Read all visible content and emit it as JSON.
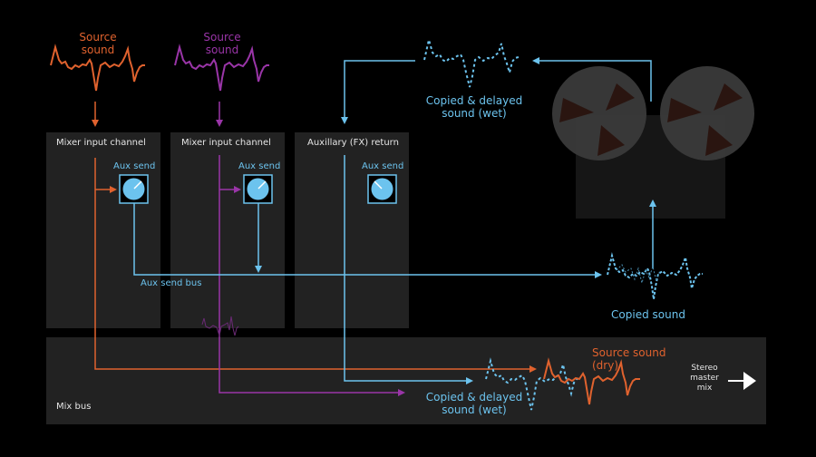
{
  "colors": {
    "orange": "#e0622e",
    "purple": "#9a35a8",
    "blue": "#6cc3ee",
    "panel": "#222222",
    "white": "#ffffff"
  },
  "sources": [
    {
      "label_line1": "Source",
      "label_line2": "sound",
      "color": "orange"
    },
    {
      "label_line1": "Source",
      "label_line2": "sound",
      "color": "purple"
    }
  ],
  "channels": [
    {
      "title": "Mixer input channel",
      "aux_label": "Aux send"
    },
    {
      "title": "Mixer input channel",
      "aux_label": "Aux send"
    },
    {
      "title": "Auxillary (FX) return",
      "aux_label": "Aux send"
    }
  ],
  "aux_send_bus_label": "Aux send bus",
  "mix_bus_label": "Mix bus",
  "fx_unit": {
    "wet_label_line1": "Copied & delayed",
    "wet_label_line2": "sound (wet)",
    "copied_label": "Copied sound"
  },
  "mix_output": {
    "dry_label_line1": "Source sound",
    "dry_label_line2": "(dry)",
    "wet_label_line1": "Copied & delayed",
    "wet_label_line2": "sound (wet)",
    "stereo_line1": "Stereo",
    "stereo_line2": "master",
    "stereo_line3": "mix"
  }
}
